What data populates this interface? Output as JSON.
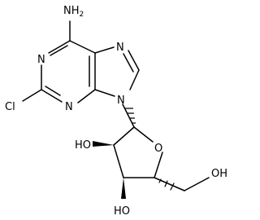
{
  "molecule": {
    "atoms": {
      "amino_nh2": "NH2",
      "n1": "N",
      "n3": "N",
      "n7": "N",
      "n9": "N",
      "chlorine": "Cl",
      "ring_oxygen": "O",
      "ho_c2": "HO",
      "ho_c3": "HO",
      "oh_c5": "OH"
    }
  }
}
